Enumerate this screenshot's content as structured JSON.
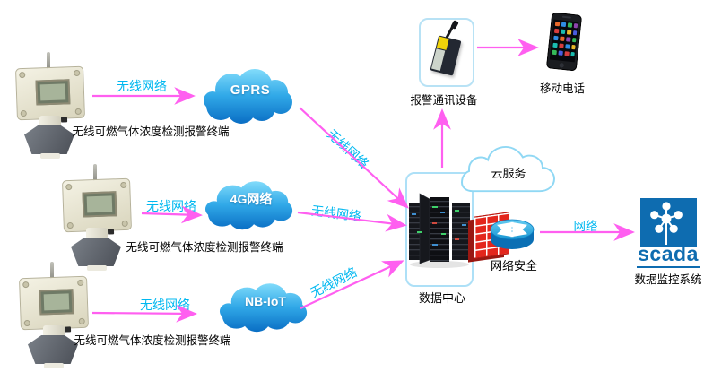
{
  "terminals": [
    {
      "label": "无线可燃气体浓度检测报警终端",
      "link_label": "无线网络"
    },
    {
      "label": "无线可燃气体浓度检测报警终端",
      "link_label": "无线网络"
    },
    {
      "label": "无线可燃气体浓度检测报警终端",
      "link_label": "无线网络"
    }
  ],
  "clouds": [
    {
      "label": "GPRS"
    },
    {
      "label": "4G网络"
    },
    {
      "label": "NB-IoT"
    }
  ],
  "uplinks": [
    {
      "label": "无线网络"
    },
    {
      "label": "无线网络"
    },
    {
      "label": "无线网络"
    }
  ],
  "data_center": {
    "label": "数据中心"
  },
  "cloud_service": {
    "label": "云服务"
  },
  "security": {
    "label": "网络安全"
  },
  "alarm_device": {
    "label": "报警通讯设备"
  },
  "mobile_phone": {
    "label": "移动电话"
  },
  "scada": {
    "logo": "scada",
    "label": "数据监控系统",
    "link_label": "网络"
  },
  "colors": {
    "arrow_magenta": "#ff5ff0",
    "link_text_cyan": "#00b8f0",
    "cloud_blue_top": "#87dffc",
    "cloud_blue_bottom": "#0a6ec4",
    "scada_blue": "#0e6cb0",
    "firewall_red": "#e3261c",
    "box_border_blue": "#ade0f7"
  }
}
